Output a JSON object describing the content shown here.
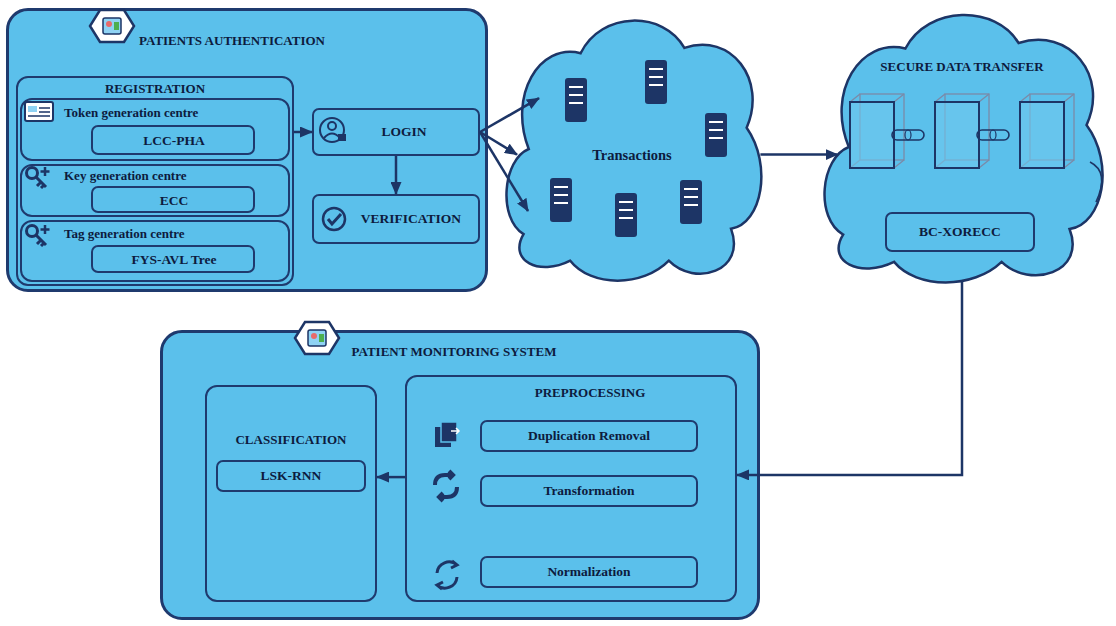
{
  "diagram": {
    "nodes": [
      {
        "text": [
          "PATIENTS AUTHENTICATION"
        ]
      },
      {
        "text": [
          "REGISTRATION"
        ],
        "in": 0
      },
      {
        "text": [
          "Token generation centre"
        ],
        "in": 1
      },
      {
        "text": [
          "LCC-PHA"
        ],
        "in": 2
      },
      {
        "text": [
          "Key generation centre"
        ],
        "in": 1
      },
      {
        "text": [
          "ECC"
        ],
        "in": 4
      },
      {
        "text": [
          "Tag generation centre"
        ],
        "in": 1
      },
      {
        "text": [
          "FYS-AVL Tree"
        ],
        "in": 6
      },
      {
        "text": [
          "LOGIN"
        ],
        "in": 0
      },
      {
        "text": [
          "VERIFICATION"
        ],
        "in": 0
      },
      {
        "text": [
          "Transactions"
        ]
      },
      {
        "text": [
          "SECURE DATA TRANSFER"
        ]
      },
      {
        "text": [
          "BC-XORECC"
        ],
        "in": 11
      },
      {
        "text": [
          "PATIENT MONITORING SYSTEM"
        ]
      },
      {
        "text": [
          "CLASSIFICATION"
        ],
        "in": 13
      },
      {
        "text": [
          "LSK-RNN"
        ],
        "in": 14
      },
      {
        "text": [
          "PREPROCESSING"
        ],
        "in": 13
      },
      {
        "text": [
          "Duplication Removal"
        ],
        "in": 16
      },
      {
        "text": [
          "Transformation"
        ],
        "in": 16
      },
      {
        "text": [
          "Normalization"
        ],
        "in": 16
      }
    ],
    "edges": [
      {
        "from": 1,
        "to": 8,
        "arrow": "to"
      },
      {
        "from": 8,
        "to": 9,
        "arrow": "to"
      },
      {
        "from": 8,
        "to": 10,
        "arrow": "to"
      },
      {
        "from": 8,
        "to": 10,
        "arrow": "to"
      },
      {
        "from": 8,
        "to": 10,
        "arrow": "to"
      },
      {
        "from": 10,
        "to": 11,
        "arrow": "to"
      },
      {
        "from": 11,
        "to": 16,
        "arrow": "to"
      },
      {
        "from": 16,
        "to": 14,
        "arrow": "to"
      }
    ]
  }
}
